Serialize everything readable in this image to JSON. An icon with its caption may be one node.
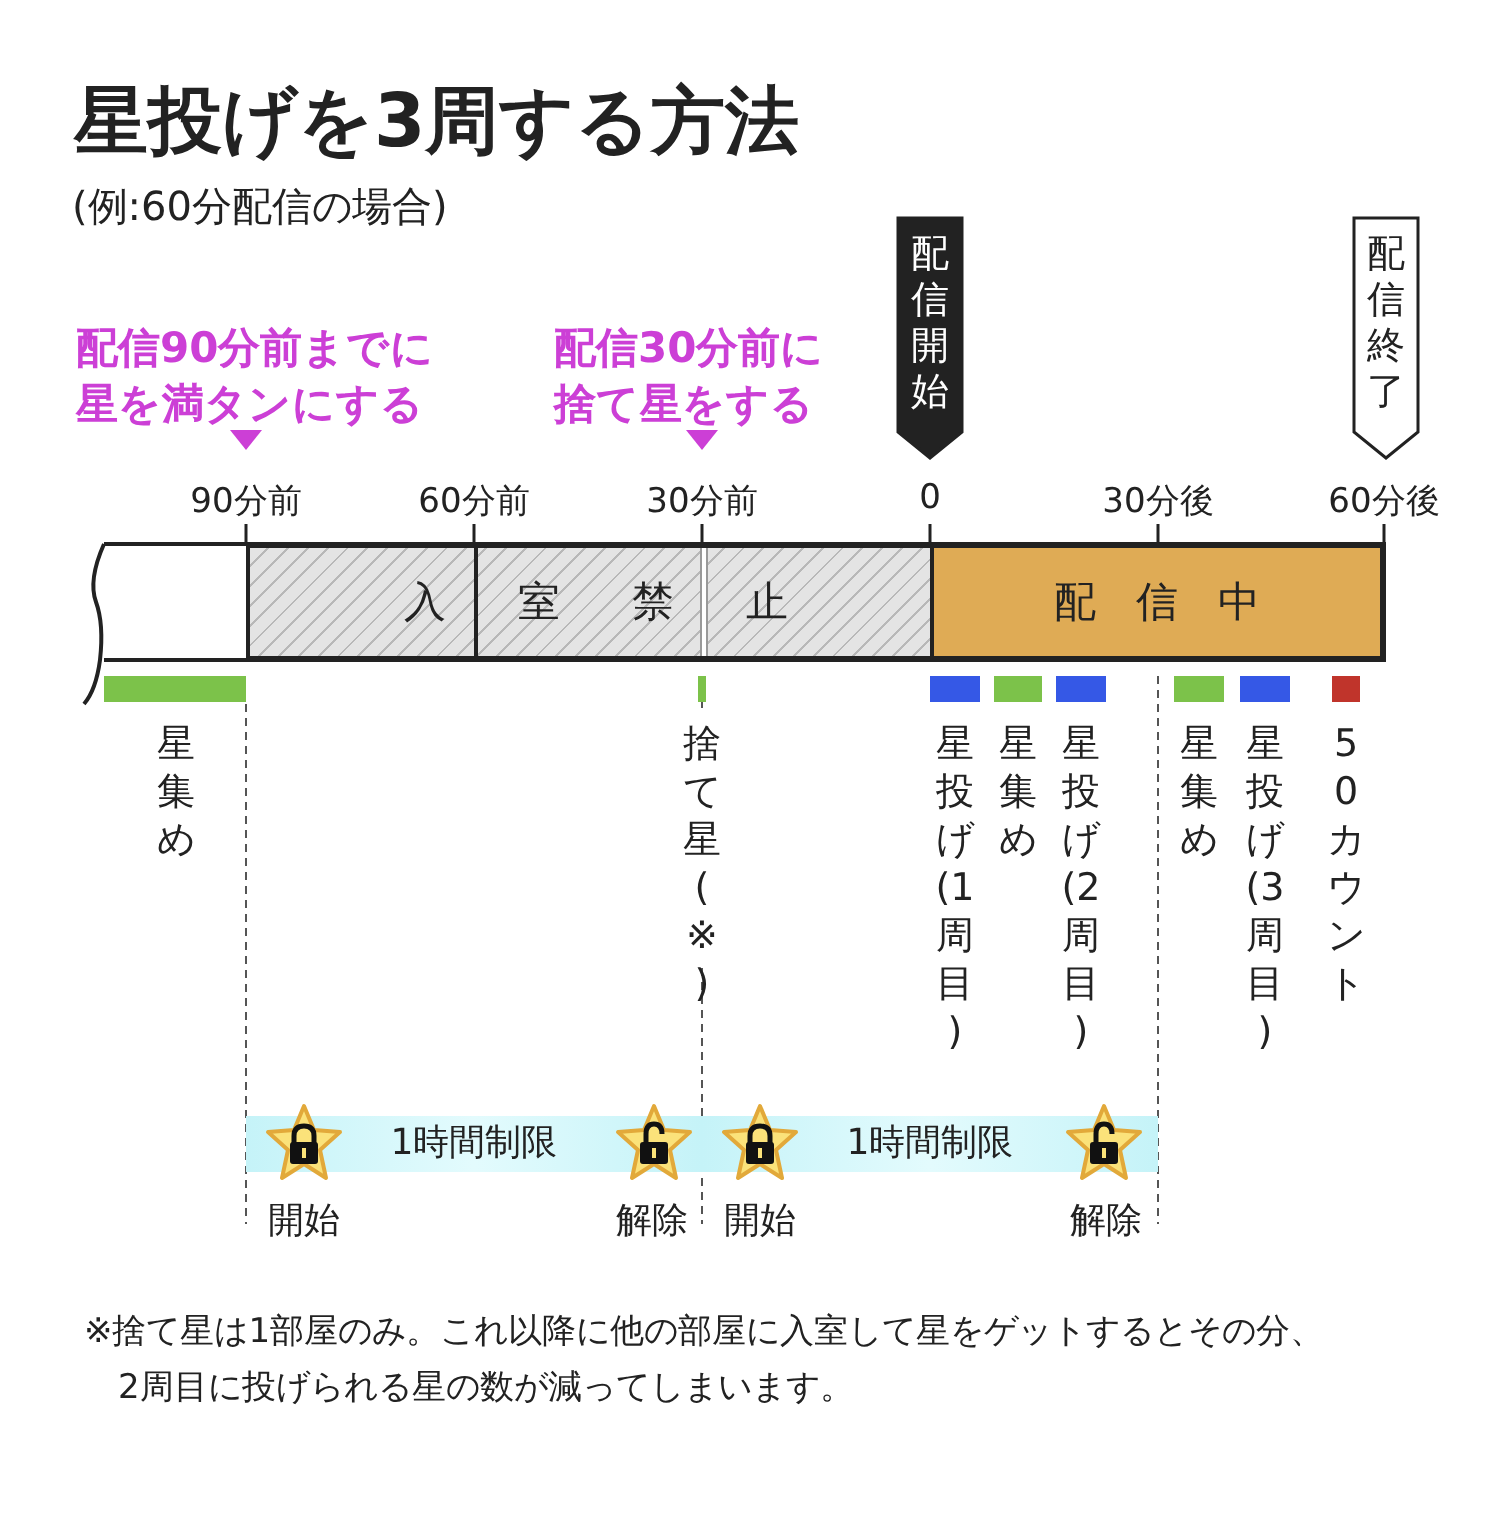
{
  "diagram": {
    "title": "星投げを3周する方法",
    "nodes": [
      {
        "text": [
          "入室禁止"
        ]
      },
      {
        "text": [
          "配信中"
        ]
      },
      {
        "text": [
          "配信開始"
        ]
      },
      {
        "text": [
          "配信終了"
        ]
      },
      {
        "text": [
          "1時間制限"
        ]
      },
      {
        "text": [
          "1時間制限"
        ]
      },
      {
        "text": [],
        "shape": "bar",
        "beside": [
          "星集め"
        ]
      },
      {
        "text": [],
        "shape": "bar",
        "beside": [
          "捨て星(※)"
        ]
      },
      {
        "text": [],
        "shape": "bar",
        "beside": [
          "星投げ(1周目)"
        ]
      },
      {
        "text": [],
        "shape": "bar",
        "beside": [
          "星集め"
        ]
      },
      {
        "text": [],
        "shape": "bar",
        "beside": [
          "星投げ(2周目)"
        ]
      },
      {
        "text": [],
        "shape": "bar",
        "beside": [
          "星集め"
        ]
      },
      {
        "text": [],
        "shape": "bar",
        "beside": [
          "星投げ(3周目)"
        ]
      },
      {
        "text": [],
        "shape": "bar",
        "beside": [
          "50カウント"
        ]
      }
    ],
    "labels": [
      "(例:60分配信の場合)",
      "配信90分前までに星を満タンにする",
      "配信30分前に捨て星をする",
      "90分前",
      "60分前",
      "30分前",
      "0",
      "30分後",
      "60分後",
      "開始",
      "解除",
      "開始",
      "解除",
      "※捨て星は1部屋のみ。これ以降に他の部屋に入室して星をゲットするとその分、2周目に投げられる星の数が減ってしまいます。"
    ]
  }
}
